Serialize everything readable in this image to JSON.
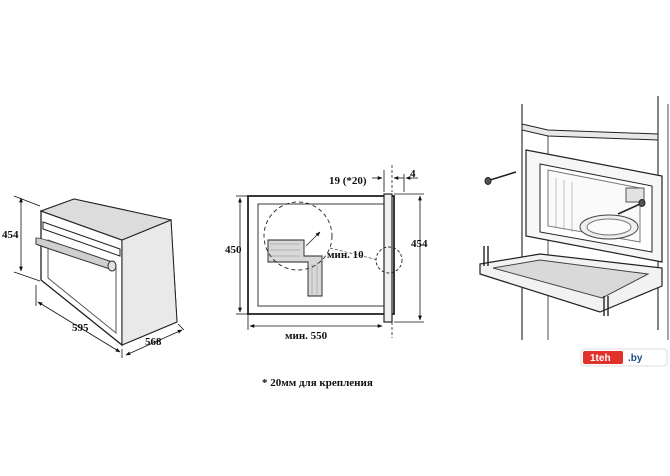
{
  "figure1": {
    "dim_height": "454",
    "dim_width": "595",
    "dim_depth": "568"
  },
  "figure2": {
    "dim_top": "19 (*20)",
    "dim_top_right": "4",
    "dim_left_height": "450",
    "dim_right_height": "454",
    "dim_min_gap": "мин. 10",
    "dim_min_depth": "мин. 550"
  },
  "footnote": "* 20мм для крепления",
  "watermark": {
    "brand_left": "1teh",
    "brand_right": ".by"
  }
}
